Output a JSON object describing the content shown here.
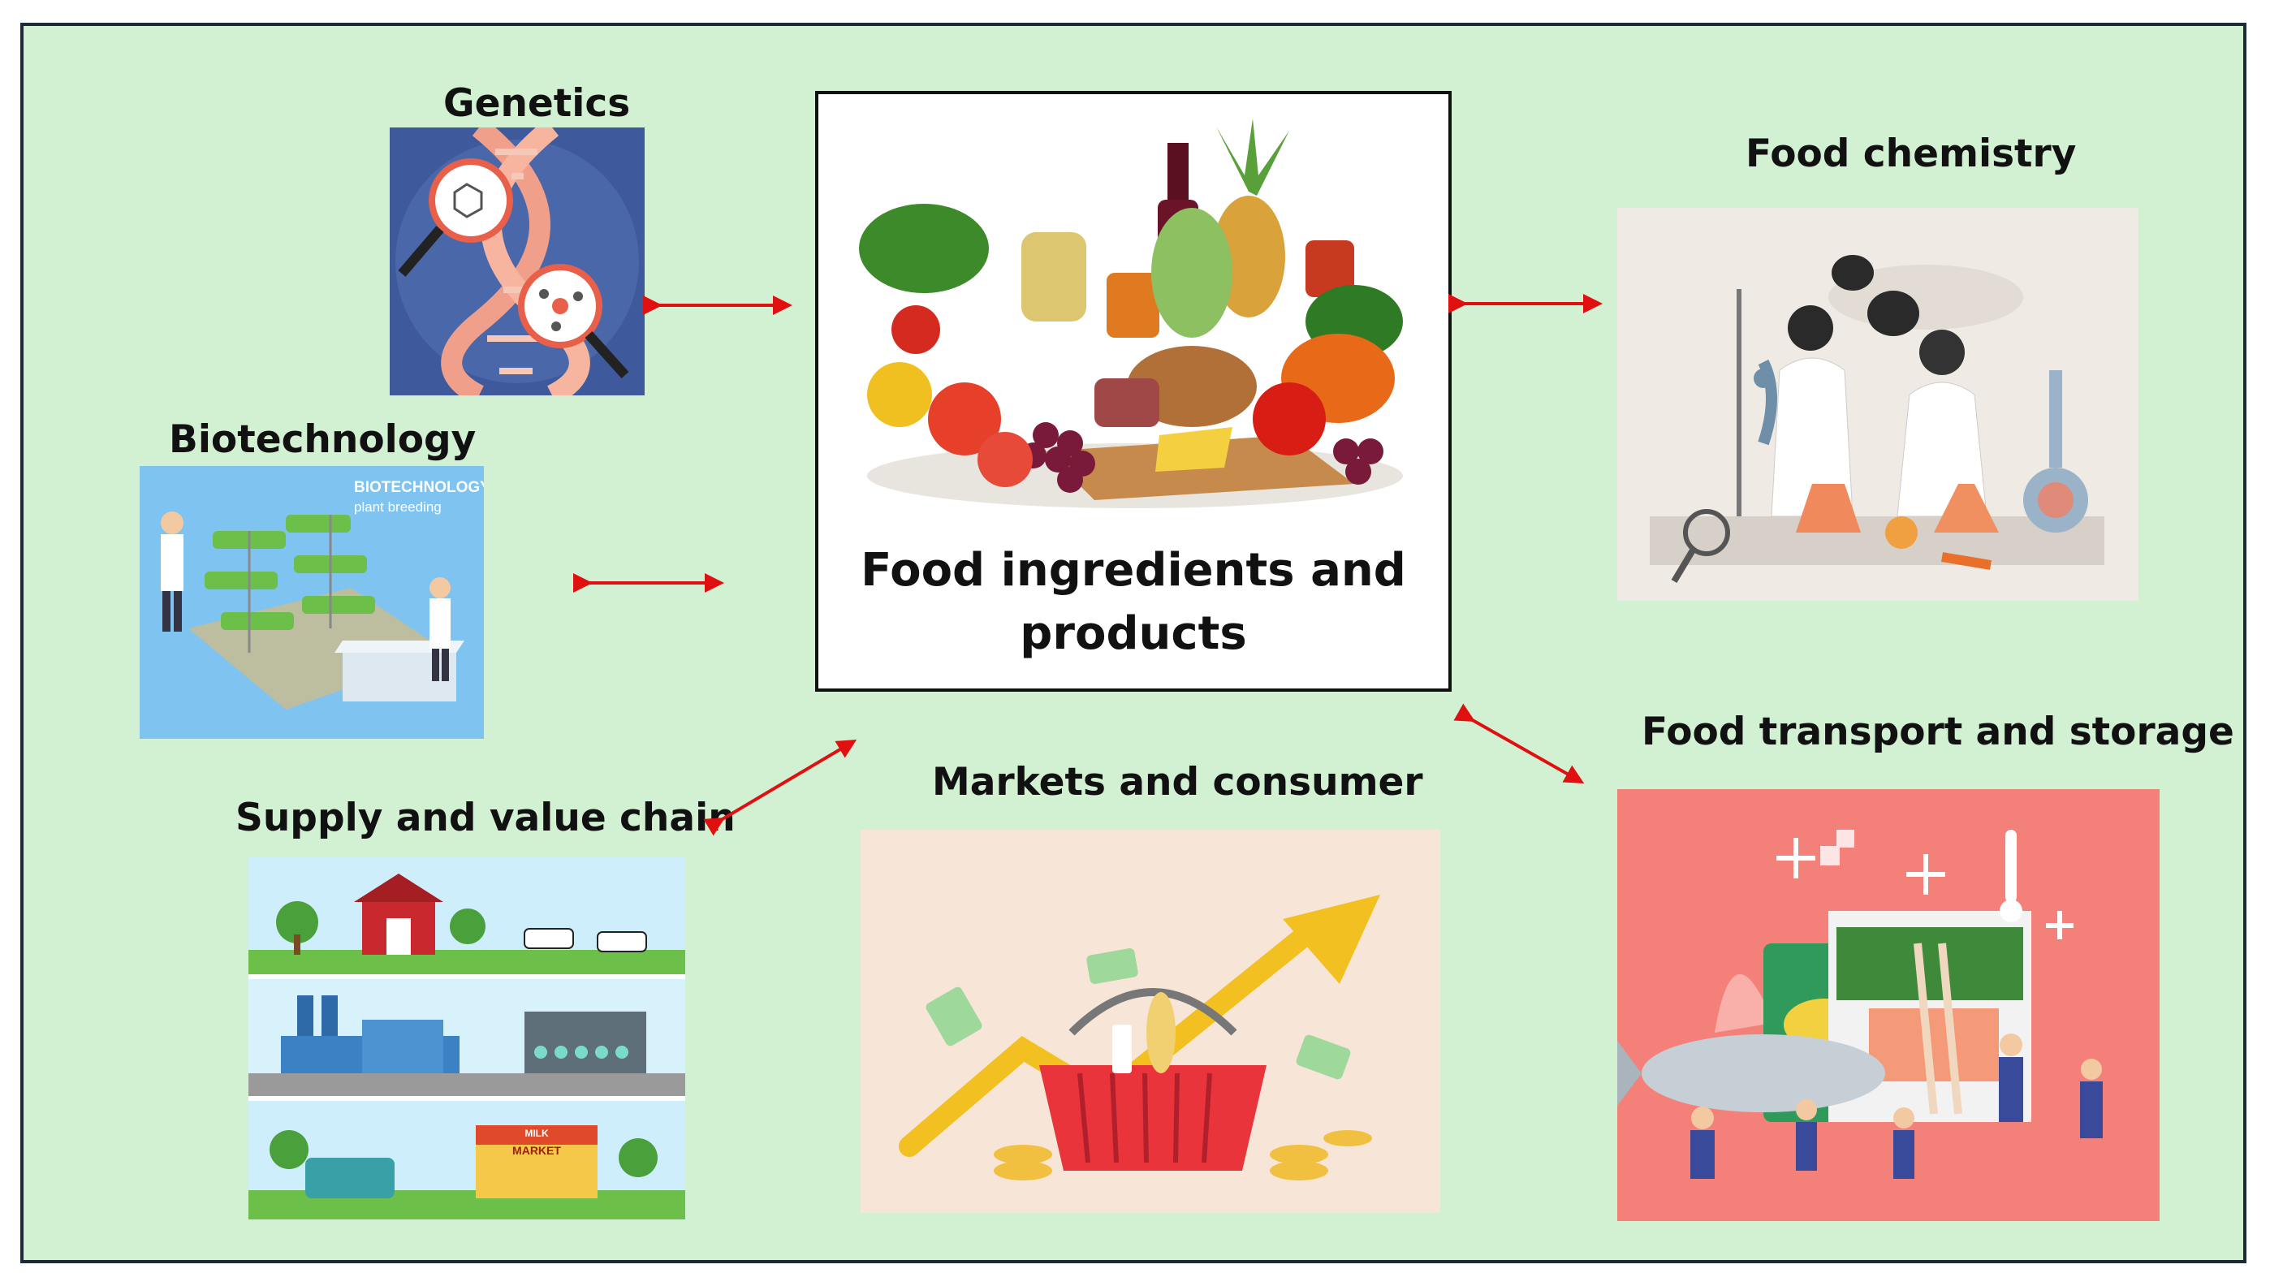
{
  "center": {
    "title_line1": "Food ingredients and",
    "title_line2": "products"
  },
  "nodes": {
    "genetics": "Genetics",
    "biotechnology": "Biotechnology",
    "biotech_panel_text_1": "BIOTECHNOLOGY",
    "biotech_panel_text_2": "plant breeding",
    "food_chemistry": "Food chemistry",
    "supply_chain": "Supply and value chain",
    "markets": "Markets and consumer",
    "transport": "Food transport and storage",
    "milk_market_sign_1": "MILK",
    "milk_market_sign_2": "MARKET"
  },
  "colors": {
    "background": "#d2f0d2",
    "arrow": "#e01010",
    "genetics_bg": "#3e5a9c",
    "biotech_bg": "#7fc3f0",
    "chemistry_bg": "#efeae4",
    "markets_bg": "#f7e6d8",
    "transport_bg": "#f4807a"
  },
  "icons": [
    "dna-icon",
    "magnifier-icon",
    "lab-scientist-icon",
    "vegetables-icon",
    "farm-icon",
    "factory-icon",
    "market-icon",
    "basket-icon",
    "trend-arrow-icon",
    "fish-icon",
    "snowflake-icon",
    "thermometer-icon"
  ]
}
